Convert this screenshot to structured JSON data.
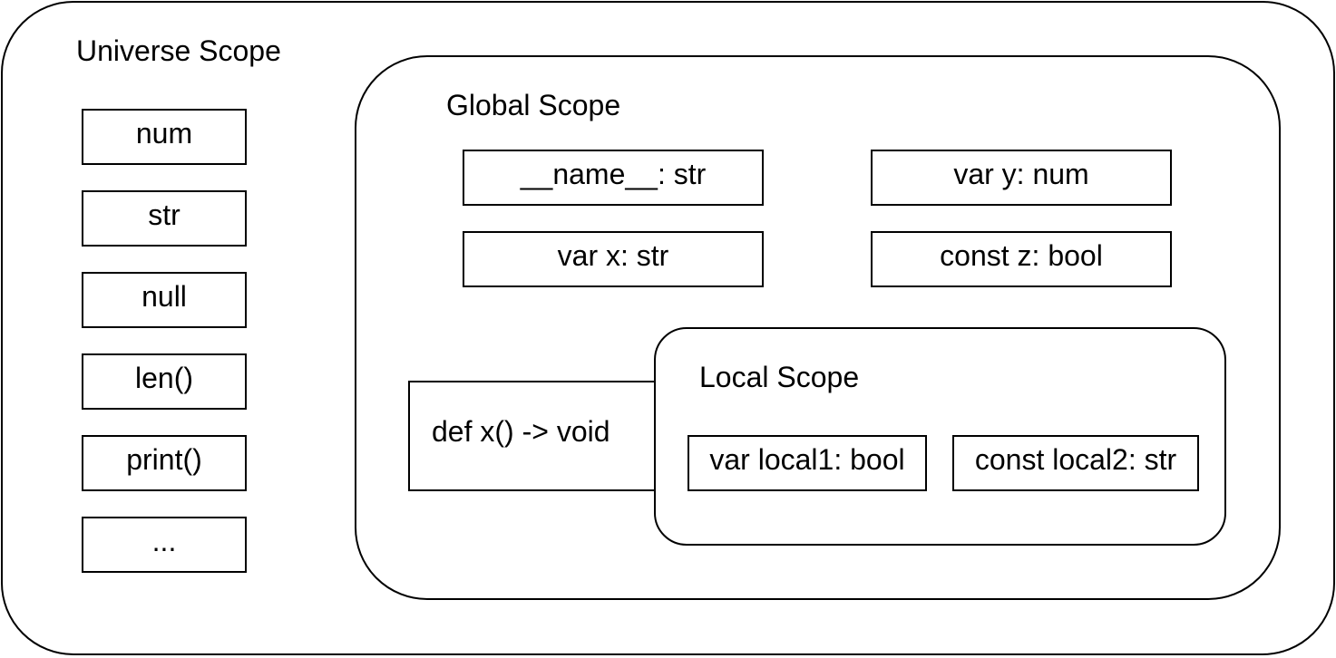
{
  "universe": {
    "title": "Universe Scope",
    "items": [
      "num",
      "str",
      "null",
      "len()",
      "print()",
      "..."
    ]
  },
  "global": {
    "title": "Global Scope",
    "items": [
      "__name__: str",
      "var y: num",
      "var x: str",
      "const z: bool"
    ],
    "function": "def x() -> void"
  },
  "local": {
    "title": "Local Scope",
    "items": [
      "var local1: bool",
      "const local2: str"
    ]
  }
}
